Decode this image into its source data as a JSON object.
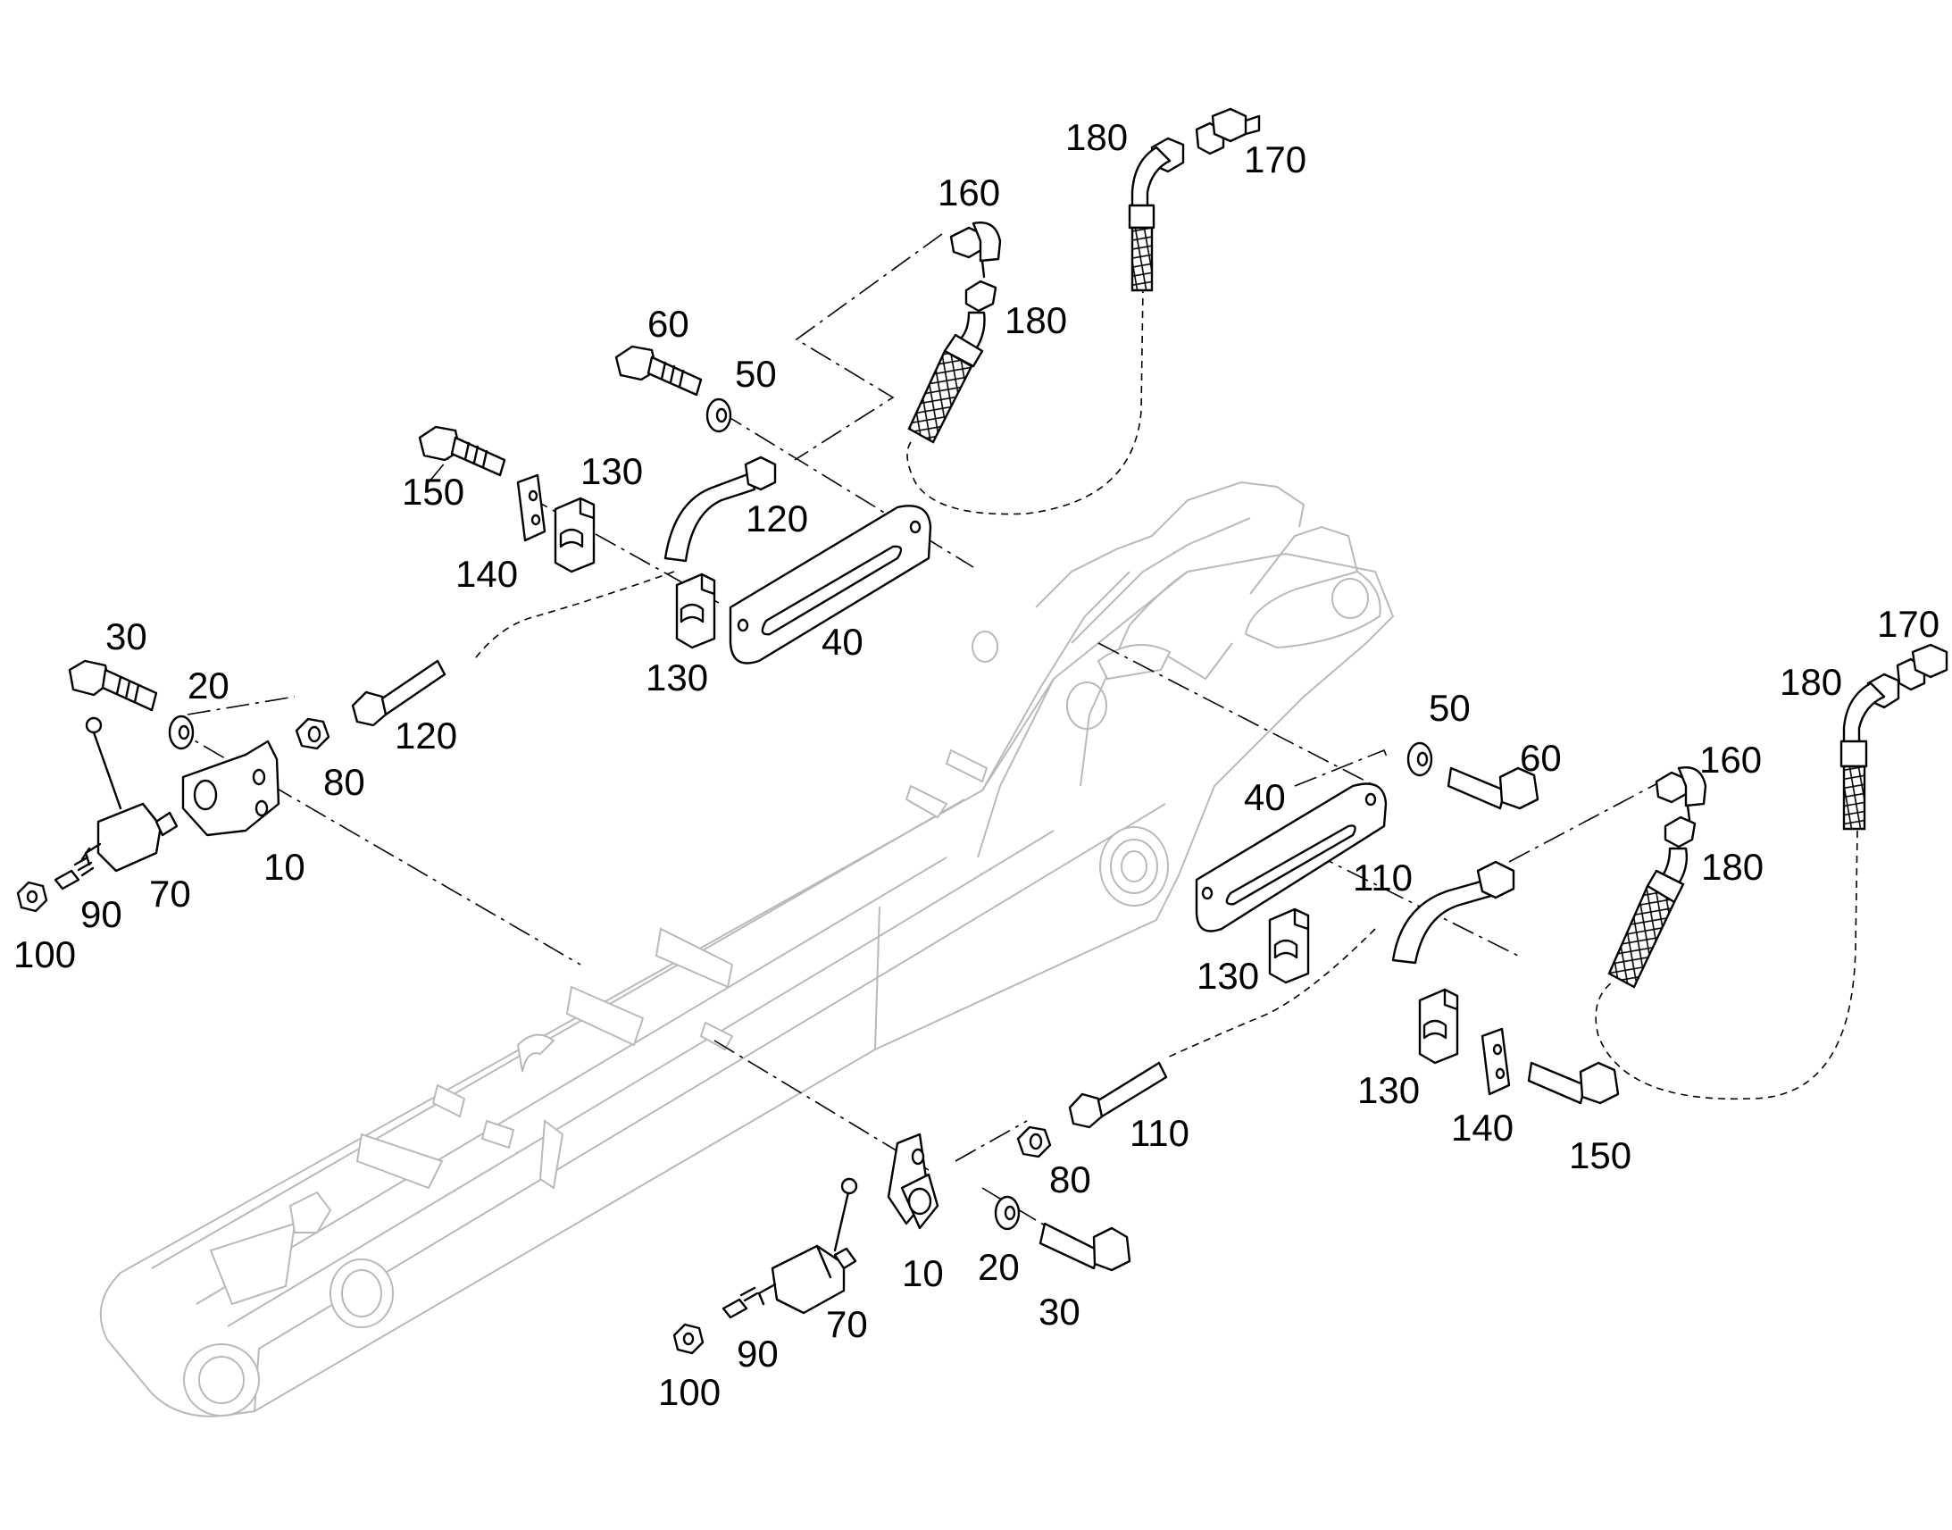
{
  "labels": [
    {
      "key": "l180a",
      "text": "180"
    },
    {
      "key": "l170a",
      "text": "170"
    },
    {
      "key": "l160a",
      "text": "160"
    },
    {
      "key": "l180b",
      "text": "180"
    },
    {
      "key": "l60a",
      "text": "60"
    },
    {
      "key": "l50a",
      "text": "50"
    },
    {
      "key": "l130a",
      "text": "130"
    },
    {
      "key": "l150a",
      "text": "150"
    },
    {
      "key": "l120a",
      "text": "120"
    },
    {
      "key": "l140a",
      "text": "140"
    },
    {
      "key": "l40a",
      "text": "40"
    },
    {
      "key": "l130b",
      "text": "130"
    },
    {
      "key": "l30a",
      "text": "30"
    },
    {
      "key": "l20a",
      "text": "20"
    },
    {
      "key": "l120b",
      "text": "120"
    },
    {
      "key": "l80a",
      "text": "80"
    },
    {
      "key": "l10a",
      "text": "10"
    },
    {
      "key": "l70a",
      "text": "70"
    },
    {
      "key": "l90a",
      "text": "90"
    },
    {
      "key": "l100a",
      "text": "100"
    },
    {
      "key": "l170b",
      "text": "170"
    },
    {
      "key": "l180c",
      "text": "180"
    },
    {
      "key": "l50b",
      "text": "50"
    },
    {
      "key": "l60b",
      "text": "60"
    },
    {
      "key": "l160b",
      "text": "160"
    },
    {
      "key": "l40b",
      "text": "40"
    },
    {
      "key": "l180d",
      "text": "180"
    },
    {
      "key": "l110a",
      "text": "110"
    },
    {
      "key": "l130c",
      "text": "130"
    },
    {
      "key": "l130d",
      "text": "130"
    },
    {
      "key": "l140b",
      "text": "140"
    },
    {
      "key": "l150b",
      "text": "150"
    },
    {
      "key": "l110b",
      "text": "110"
    },
    {
      "key": "l80b",
      "text": "80"
    },
    {
      "key": "l10b",
      "text": "10"
    },
    {
      "key": "l20b",
      "text": "20"
    },
    {
      "key": "l30b",
      "text": "30"
    },
    {
      "key": "l70b",
      "text": "70"
    },
    {
      "key": "l90b",
      "text": "90"
    },
    {
      "key": "l100b",
      "text": "100"
    }
  ]
}
